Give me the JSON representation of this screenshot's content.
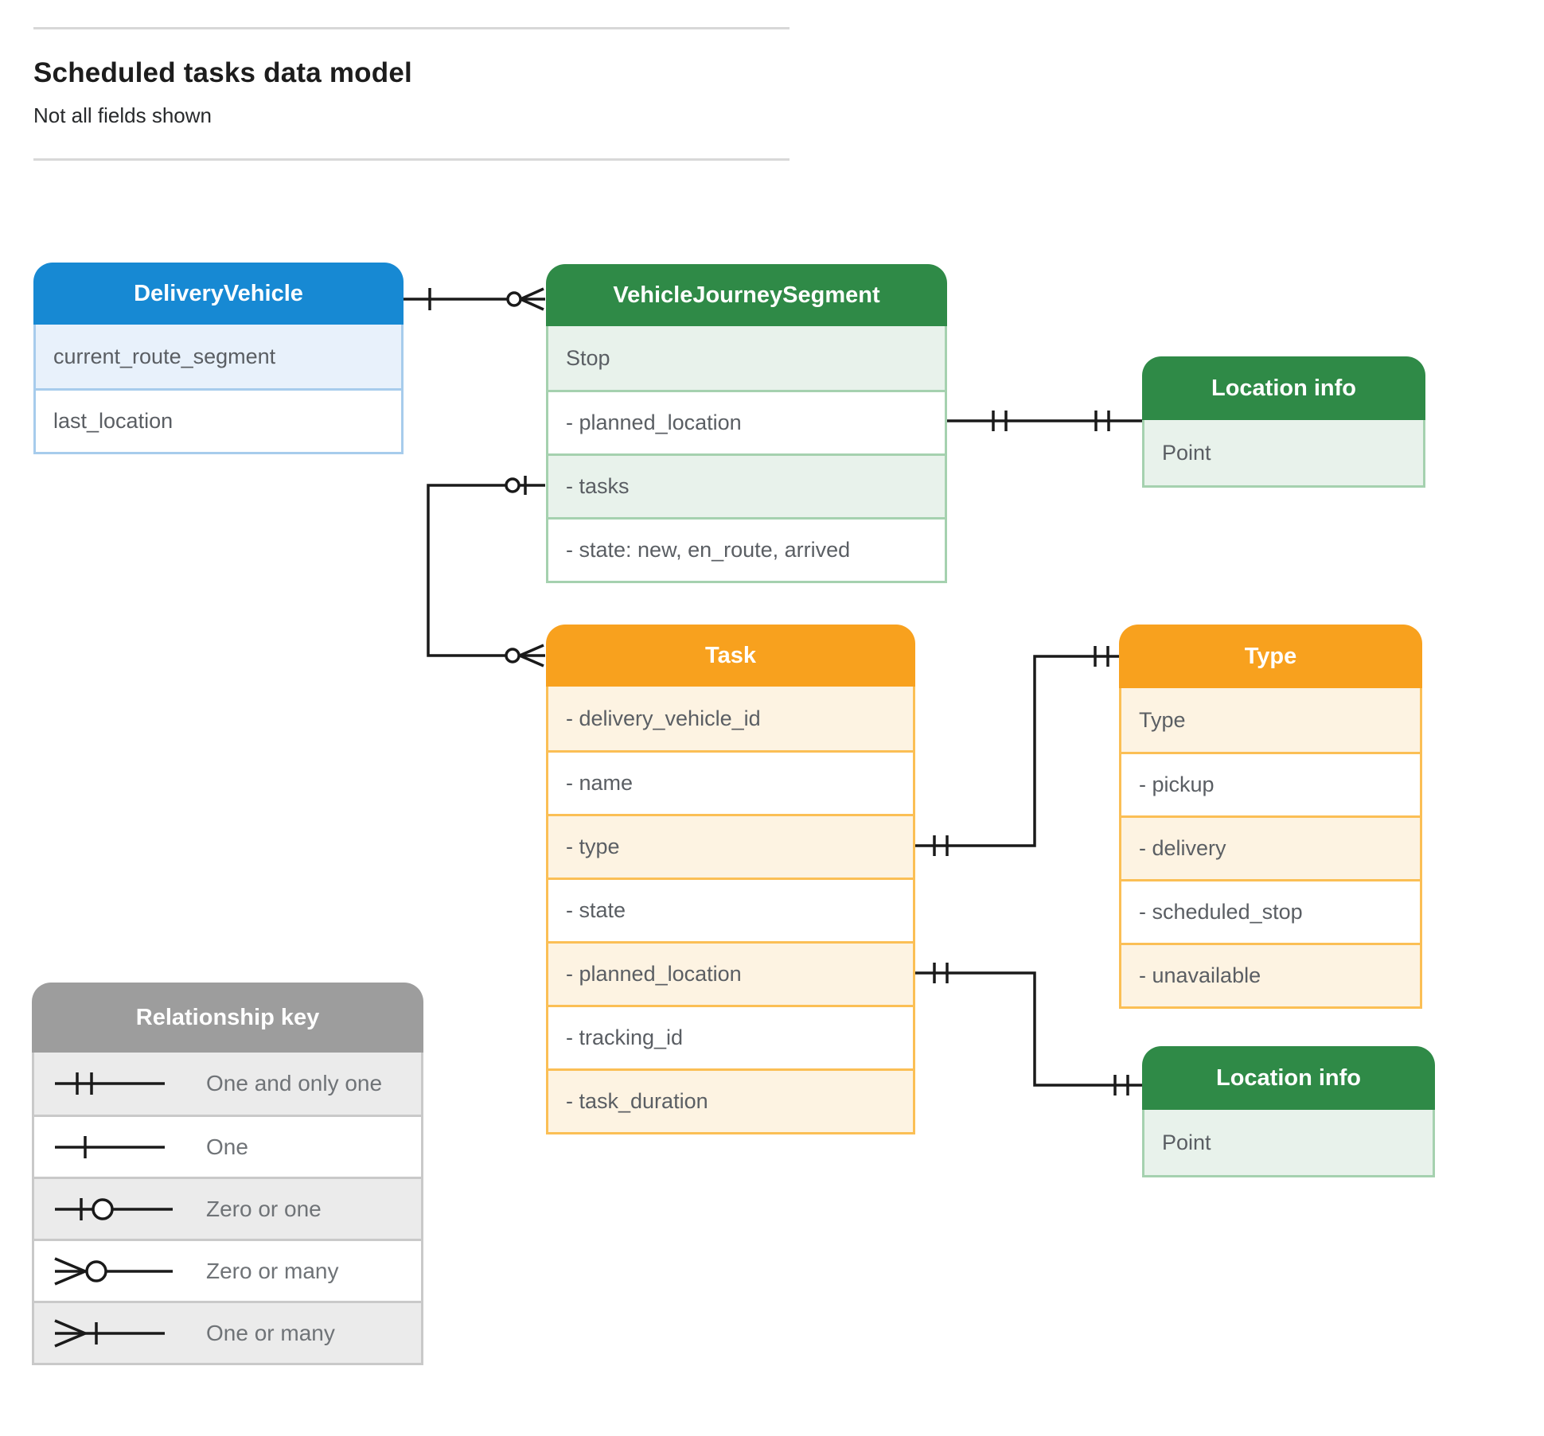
{
  "page": {
    "title": "Scheduled tasks data model",
    "subtitle": "Not all fields shown"
  },
  "colors": {
    "blue_header": "#1789d3",
    "blue_row_tint": "#e8f1fb",
    "green_header": "#2f8a47",
    "green_row_tint": "#e8f2eb",
    "orange_header": "#f8a11e",
    "orange_row_tint": "#fdf3e2",
    "gray_header": "#9d9d9d",
    "gray_row_tint": "#ebebeb",
    "row_text": "#5a5e63",
    "connector": "#1a1a1a"
  },
  "entities": {
    "delivery_vehicle": {
      "title": "DeliveryVehicle",
      "fields": [
        "current_route_segment",
        "last_location"
      ]
    },
    "vehicle_journey_segment": {
      "title": "VehicleJourneySegment",
      "fields": [
        "Stop",
        "- planned_location",
        "- tasks",
        "- state: new, en_route, arrived"
      ]
    },
    "location_info_top": {
      "title": "Location info",
      "fields": [
        "Point"
      ]
    },
    "task": {
      "title": "Task",
      "fields": [
        "- delivery_vehicle_id",
        "- name",
        "- type",
        "- state",
        "- planned_location",
        "- tracking_id",
        "- task_duration"
      ]
    },
    "type": {
      "title": "Type",
      "fields": [
        "Type",
        "- pickup",
        "- delivery",
        "- scheduled_stop",
        "- unavailable"
      ]
    },
    "location_info_bottom": {
      "title": "Location info",
      "fields": [
        "Point"
      ]
    }
  },
  "relationships": [
    {
      "from": "DeliveryVehicle",
      "to": "VehicleJourneySegment",
      "from_cardinality": "one",
      "to_cardinality": "zero-or-many"
    },
    {
      "from": "VehicleJourneySegment.tasks",
      "to": "Task",
      "from_cardinality": "zero-or-one",
      "to_cardinality": "zero-or-many"
    },
    {
      "from": "VehicleJourneySegment.planned_location",
      "to": "Location info",
      "from_cardinality": "one-and-only-one",
      "to_cardinality": "one-and-only-one"
    },
    {
      "from": "Task.type",
      "to": "Type",
      "from_cardinality": "one-and-only-one",
      "to_cardinality": "one-and-only-one"
    },
    {
      "from": "Task.planned_location",
      "to": "Location info",
      "from_cardinality": "one-and-only-one",
      "to_cardinality": "one-and-only-one"
    }
  ],
  "legend": {
    "title": "Relationship key",
    "items": [
      {
        "symbol": "one-and-only-one",
        "label": "One and only one"
      },
      {
        "symbol": "one",
        "label": "One"
      },
      {
        "symbol": "zero-or-one",
        "label": "Zero or one"
      },
      {
        "symbol": "zero-or-many",
        "label": "Zero or many"
      },
      {
        "symbol": "one-or-many",
        "label": "One or many"
      }
    ]
  }
}
